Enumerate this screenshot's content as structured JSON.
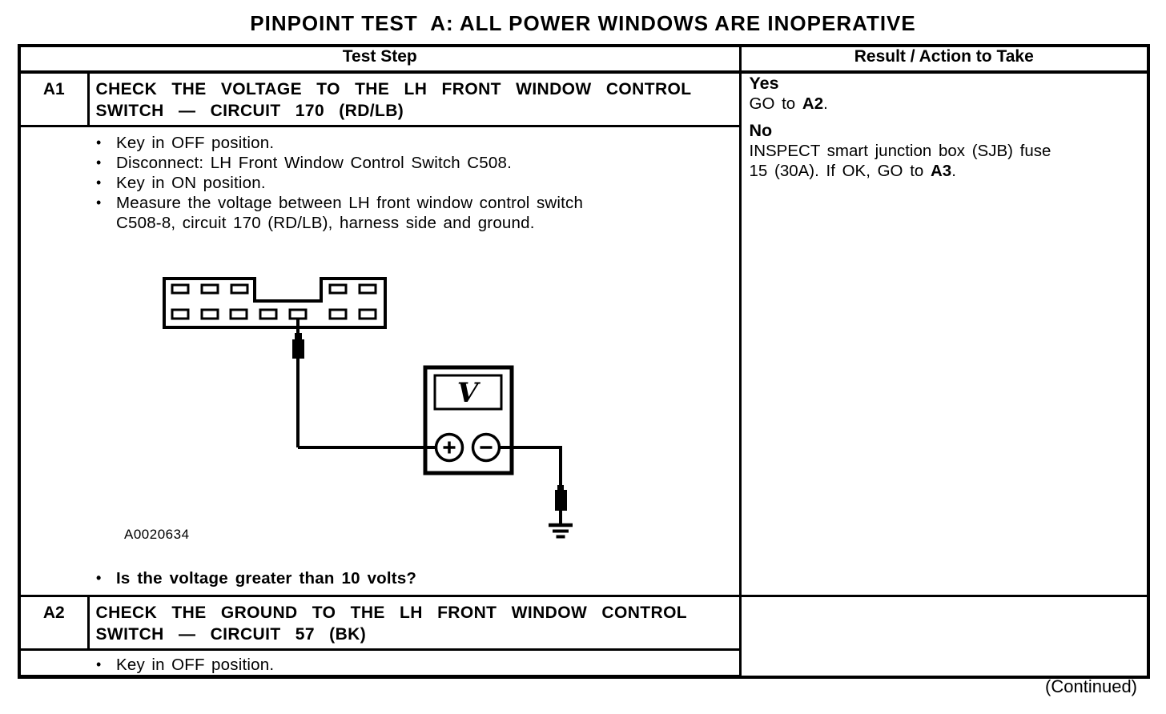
{
  "page": {
    "title": "PINPOINT TEST  A: ALL POWER WINDOWS ARE INOPERATIVE",
    "continued": "(Continued)"
  },
  "colors": {
    "ink": "#000000",
    "paper": "#ffffff"
  },
  "table": {
    "headers": {
      "test_step": "Test Step",
      "result": "Result / Action to Take"
    },
    "rows": [
      {
        "id": "A1",
        "title": "CHECK THE VOLTAGE TO THE LH FRONT WINDOW CONTROL\nSWITCH — CIRCUIT 170 (RD/LB)",
        "bullets": [
          "Key in OFF position.",
          "Disconnect: LH Front Window Control Switch C508.",
          "Key in ON position.",
          "Measure the voltage between LH front window control switch\nC508-8, circuit 170 (RD/LB), harness side and ground."
        ],
        "figure_label": "A0020634",
        "question": "Is the voltage greater than 10 volts?",
        "result": {
          "yes_label": "Yes",
          "yes_action": [
            {
              "t": "GO to "
            },
            {
              "t": "A2",
              "b": true
            },
            {
              "t": "."
            }
          ],
          "no_label": "No",
          "no_action": [
            {
              "t": "INSPECT smart junction box (SJB) fuse\n15 (30A). If OK, GO to "
            },
            {
              "t": "A3",
              "b": true
            },
            {
              "t": "."
            }
          ]
        }
      },
      {
        "id": "A2",
        "title": "CHECK THE GROUND TO THE LH FRONT WINDOW CONTROL\nSWITCH — CIRCUIT 57 (BK)",
        "bullets": [
          "Key in OFF position."
        ]
      }
    ]
  },
  "diagram": {
    "voltmeter_label": "V",
    "icons": {
      "connector": "window-switch-connector",
      "probe": "test-probe",
      "voltmeter": "voltmeter",
      "plus_terminal": "plus",
      "minus_terminal": "minus",
      "ground": "ground-symbol"
    }
  }
}
